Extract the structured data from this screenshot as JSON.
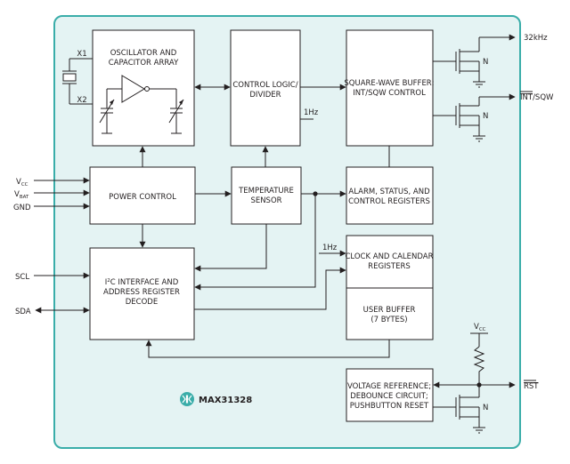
{
  "chip": {
    "name": "MAX31328",
    "colors": {
      "background": "#e4f3f3",
      "border": "#3aada9",
      "logo": "#3aada9"
    },
    "logo_icon": "maxim-logo-icon"
  },
  "blocks": {
    "oscillator": {
      "line1": "OSCILLATOR AND",
      "line2": "CAPACITOR ARRAY"
    },
    "control_logic": {
      "line1": "CONTROL LOGIC/",
      "line2": "DIVIDER"
    },
    "square_wave": {
      "line1": "SQUARE-WAVE BUFFER;",
      "line2": "INT/SQW CONTROL"
    },
    "power_control": {
      "line1": "POWER CONTROL"
    },
    "temperature_sensor": {
      "line1": "TEMPERATURE",
      "line2": "SENSOR"
    },
    "alarm_status": {
      "line1": "ALARM, STATUS, AND",
      "line2": "CONTROL REGISTERS"
    },
    "i2c_interface": {
      "line1_prefix": "I",
      "line1_sup": "2",
      "line1_rest": "C INTERFACE AND",
      "line2": "ADDRESS REGISTER",
      "line3": "DECODE"
    },
    "clock_calendar": {
      "line1": "CLOCK AND CALENDAR",
      "line2": "REGISTERS"
    },
    "user_buffer": {
      "line1": "USER BUFFER",
      "line2": "(7 BYTES)"
    },
    "voltage_reference": {
      "line1": "VOLTAGE REFERENCE;",
      "line2": "DEBOUNCE CIRCUIT;",
      "line3": "PUSHBUTTON RESET"
    }
  },
  "pins": {
    "x1": "X1",
    "x2": "X2",
    "vcc_main": "V",
    "vcc_sub": "CC",
    "vbat_main": "V",
    "vbat_sub": "BAT",
    "gnd": "GND",
    "scl": "SCL",
    "sda": "SDA",
    "out_32khz": "32kHz",
    "int_sqw_bar": "INT",
    "int_sqw_rest": "/SQW",
    "rst": "RST",
    "vcc_pullup_main": "V",
    "vcc_pullup_sub": "CC"
  },
  "signals": {
    "hz_divider": "1Hz",
    "hz_clock": "1Hz"
  },
  "transistor_labels": {
    "n1": "N",
    "n2": "N",
    "n3": "N"
  }
}
